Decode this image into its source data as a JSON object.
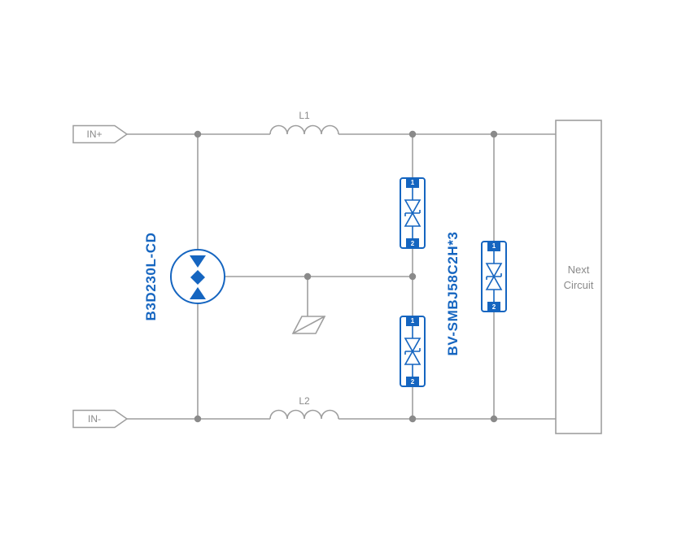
{
  "ports": {
    "in_plus": "IN+",
    "in_minus": "IN-"
  },
  "inductors": {
    "l1": "L1",
    "l2": "L2"
  },
  "gdt": {
    "part_number": "B3D230L-CD"
  },
  "tvs": {
    "part_number": "BV-SMBJ58C2H*3",
    "pin1": "1",
    "pin2": "2"
  },
  "next_circuit": {
    "label": "Next Circuit"
  },
  "colors": {
    "wire_gray": "#9e9e9e",
    "junction_gray": "#8a8a8a",
    "component_blue": "#1565c0",
    "label_gray": "#8a8a8a",
    "pin_text_white": "#ffffff",
    "background": "#ffffff"
  }
}
